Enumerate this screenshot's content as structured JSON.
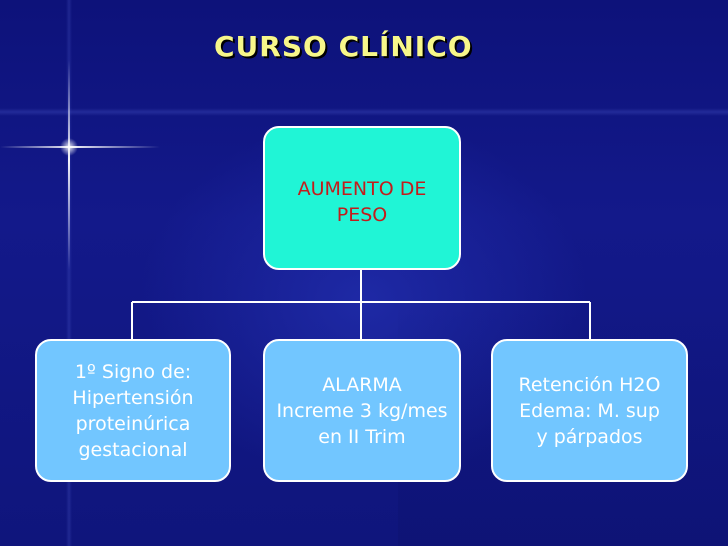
{
  "slide": {
    "title": "CURSO  CLÍNICO"
  },
  "colors": {
    "background": "#10157a",
    "title": "#f7f78a",
    "root_fill": "#20f5d6",
    "root_text": "#c31c1c",
    "child_fill": "#72c6ff",
    "child_text": "#ffffff",
    "connector": "#ffffff"
  },
  "diagram": {
    "root": {
      "label": "AUMENTO DE\nPESO"
    },
    "children": [
      {
        "label": "1º Signo de:\nHipertensión\nproteinúrica\ngestacional"
      },
      {
        "label": "ALARMA\nIncreme 3 kg/mes\nen II Trim"
      },
      {
        "label": "Retención H2O\nEdema: M. sup\ny  párpados"
      }
    ]
  }
}
